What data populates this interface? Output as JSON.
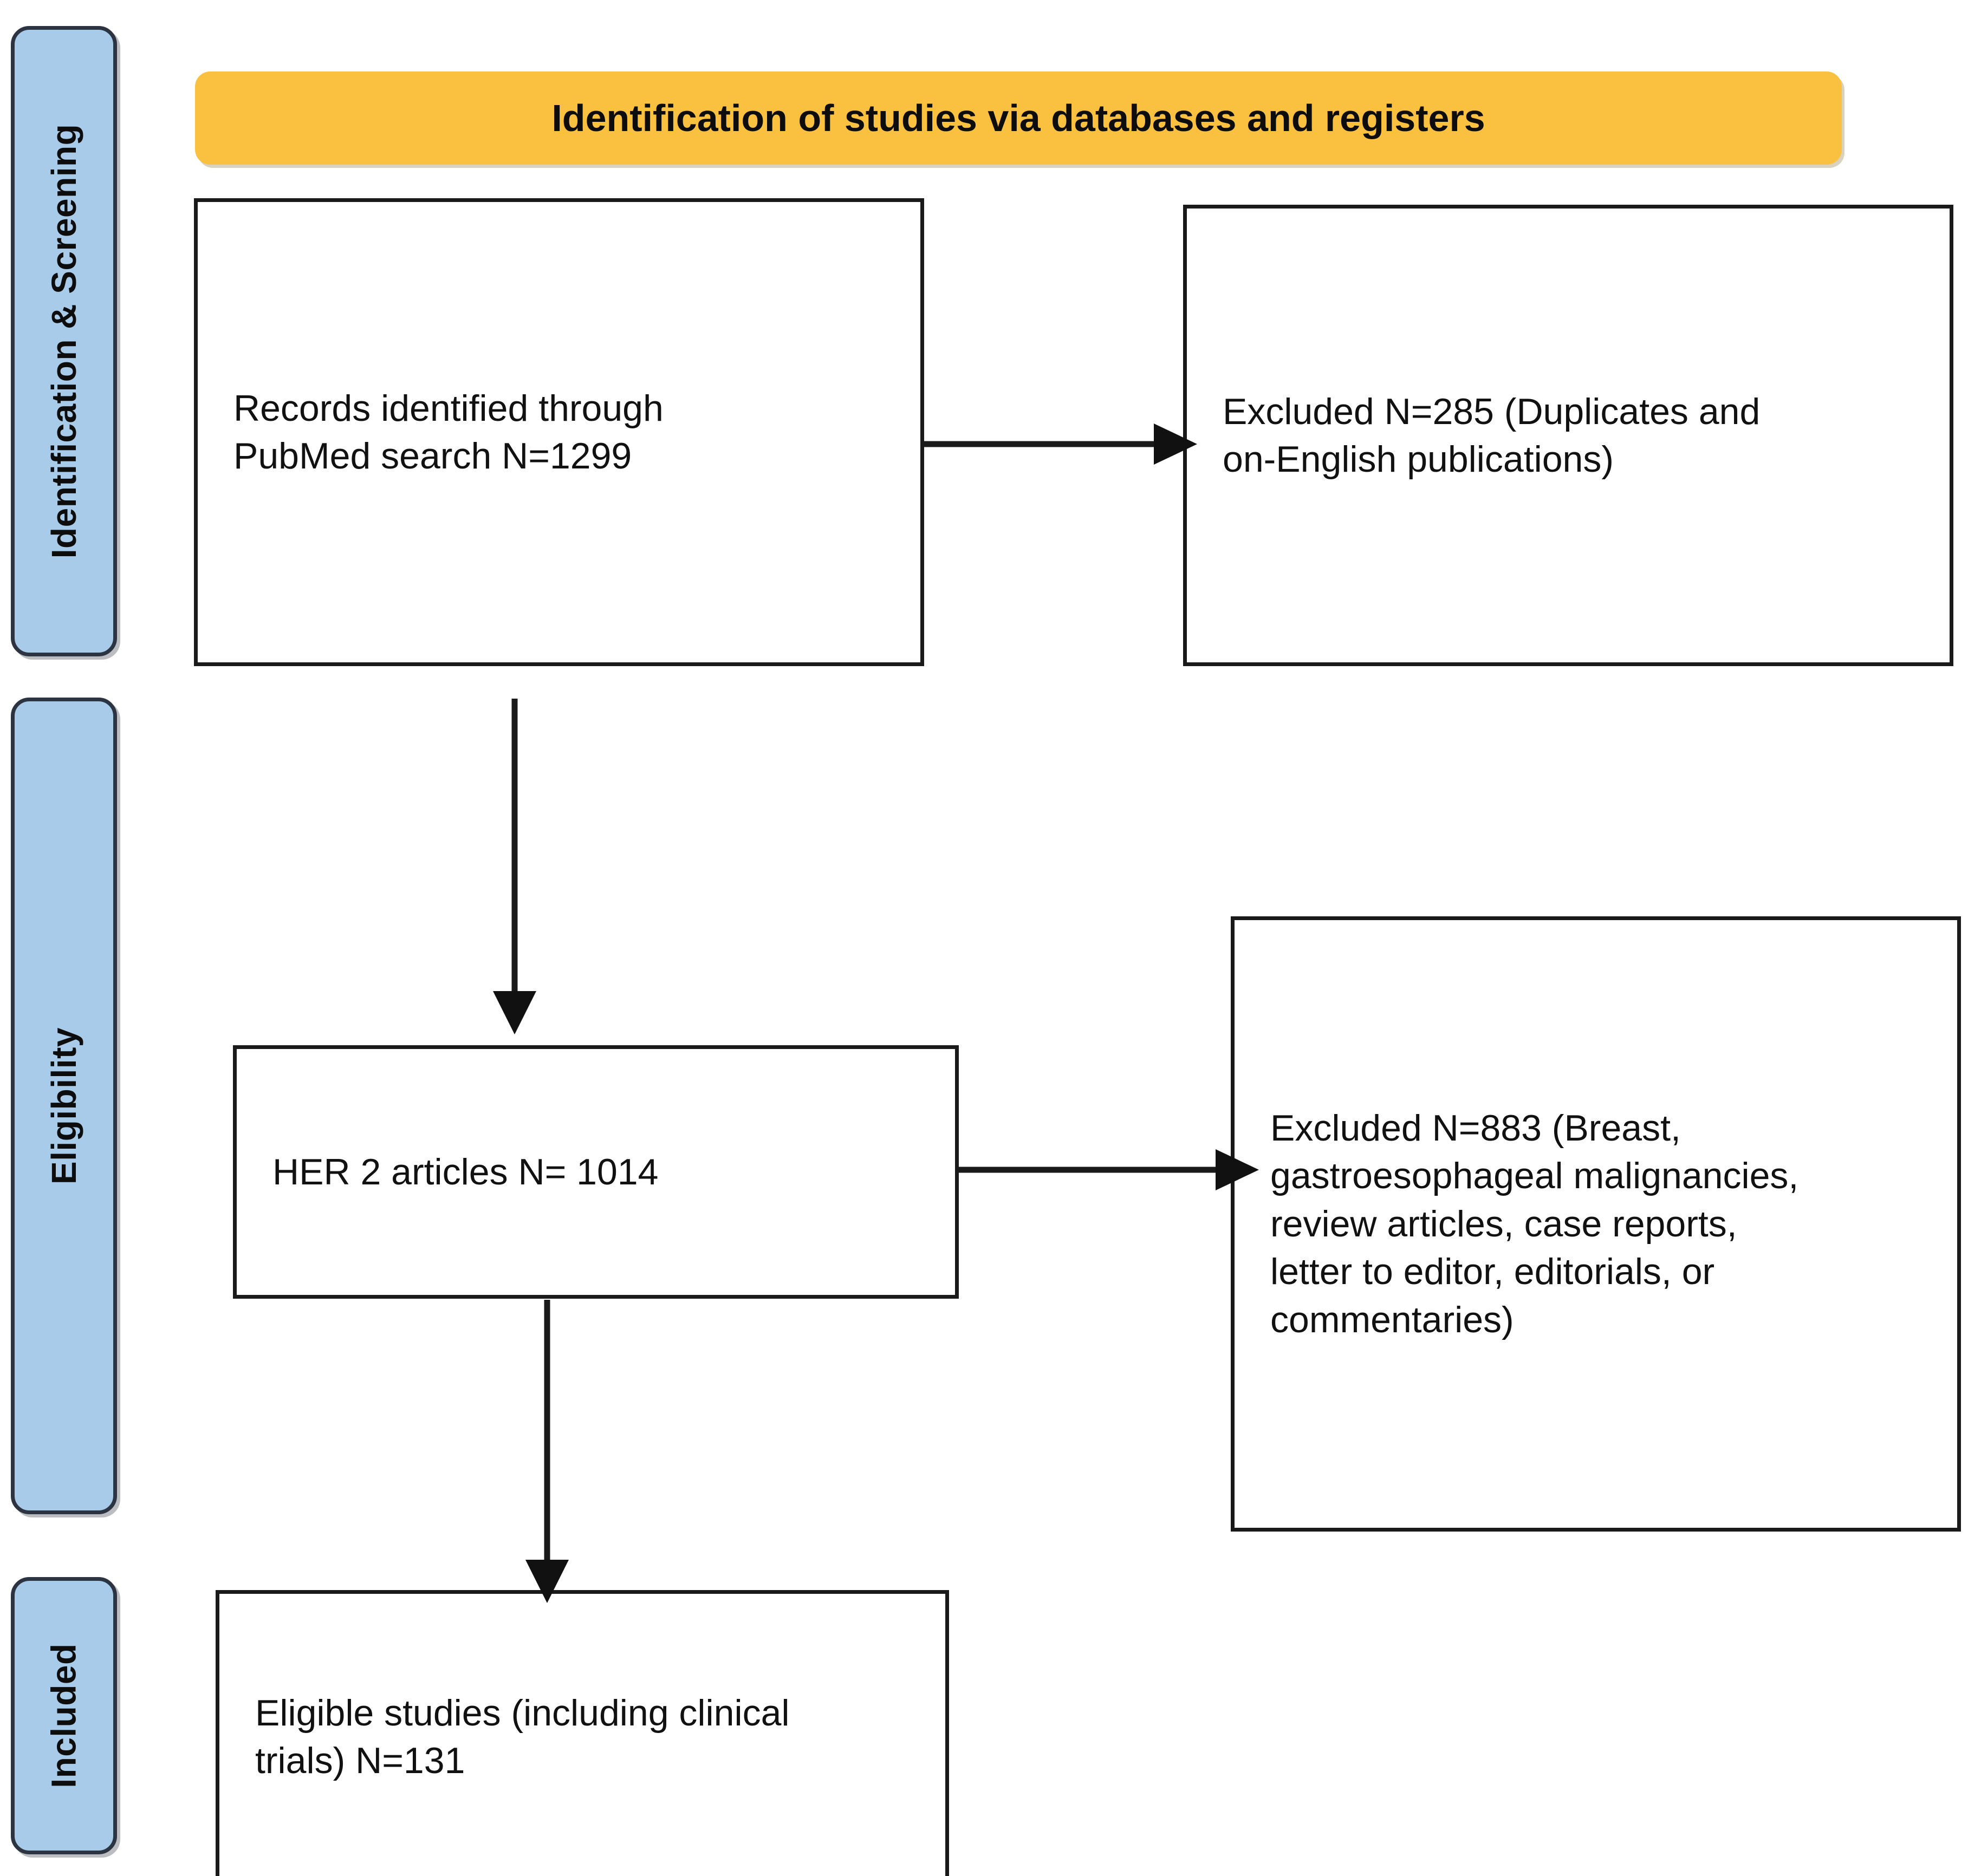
{
  "diagram": {
    "type": "prisma-flow-diagram",
    "title": "Identification of studies via databases and registers"
  },
  "stages": [
    {
      "id": "identification-screening",
      "label": "Identification & Screening"
    },
    {
      "id": "eligibility",
      "label": "Eligibility"
    },
    {
      "id": "included",
      "label": "Included"
    }
  ],
  "banner": {
    "text": "Identification of studies via databases and registers",
    "color": "#F9C13F"
  },
  "boxes": {
    "records_identified": {
      "text": "Records identified through\nPubMed search N=1299",
      "count": 1299
    },
    "excluded_duplicates": {
      "text": "Excluded N=285 (Duplicates and\non-English publications)",
      "count": 285
    },
    "her2_articles": {
      "text": "HER 2 articles N= 1014",
      "count": 1014
    },
    "excluded_criteria": {
      "text": "Excluded N=883 (Breast,\ngastroesophageal malignancies,\nreview articles, case reports,\nletter to editor, editorials, or\ncommentaries)",
      "count": 883
    },
    "eligible_studies": {
      "text": "Eligible studies (including clinical\ntrials) N=131",
      "count": 131
    }
  },
  "arrows": [
    {
      "id": "records-to-excluded-duplicates",
      "direction": "right"
    },
    {
      "id": "records-to-her2",
      "direction": "down"
    },
    {
      "id": "her2-to-excluded-criteria",
      "direction": "right"
    },
    {
      "id": "her2-to-eligible",
      "direction": "down"
    }
  ],
  "colors": {
    "stage_bar": "#A7CBE9",
    "banner": "#F9C13F",
    "box_border": "#1a1a1a",
    "background": "#ffffff"
  },
  "chart_data": {
    "type": "table",
    "title": "Identification of studies via databases and registers",
    "categories": [
      "Records identified through PubMed search",
      "Excluded (Duplicates and on-English publications)",
      "HER 2 articles",
      "Excluded (Breast, gastroesophageal malignancies, review articles, case reports, letter to editor, editorials, or commentaries)",
      "Eligible studies (including clinical trials)"
    ],
    "values": [
      1299,
      285,
      1014,
      883,
      131
    ]
  }
}
